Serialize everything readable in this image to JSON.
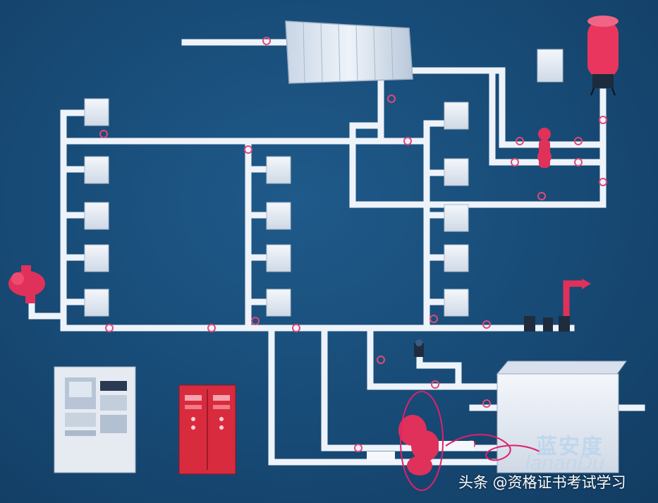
{
  "watermark": {
    "brand_cn": "蓝安度",
    "brand_en": "lananDu"
  },
  "credit": "头条 @资格证书考试学习",
  "colors": {
    "background": "#174a75",
    "pipe": "#eef3fa",
    "valve": "#e0315a",
    "annotation": "#e0206a"
  }
}
